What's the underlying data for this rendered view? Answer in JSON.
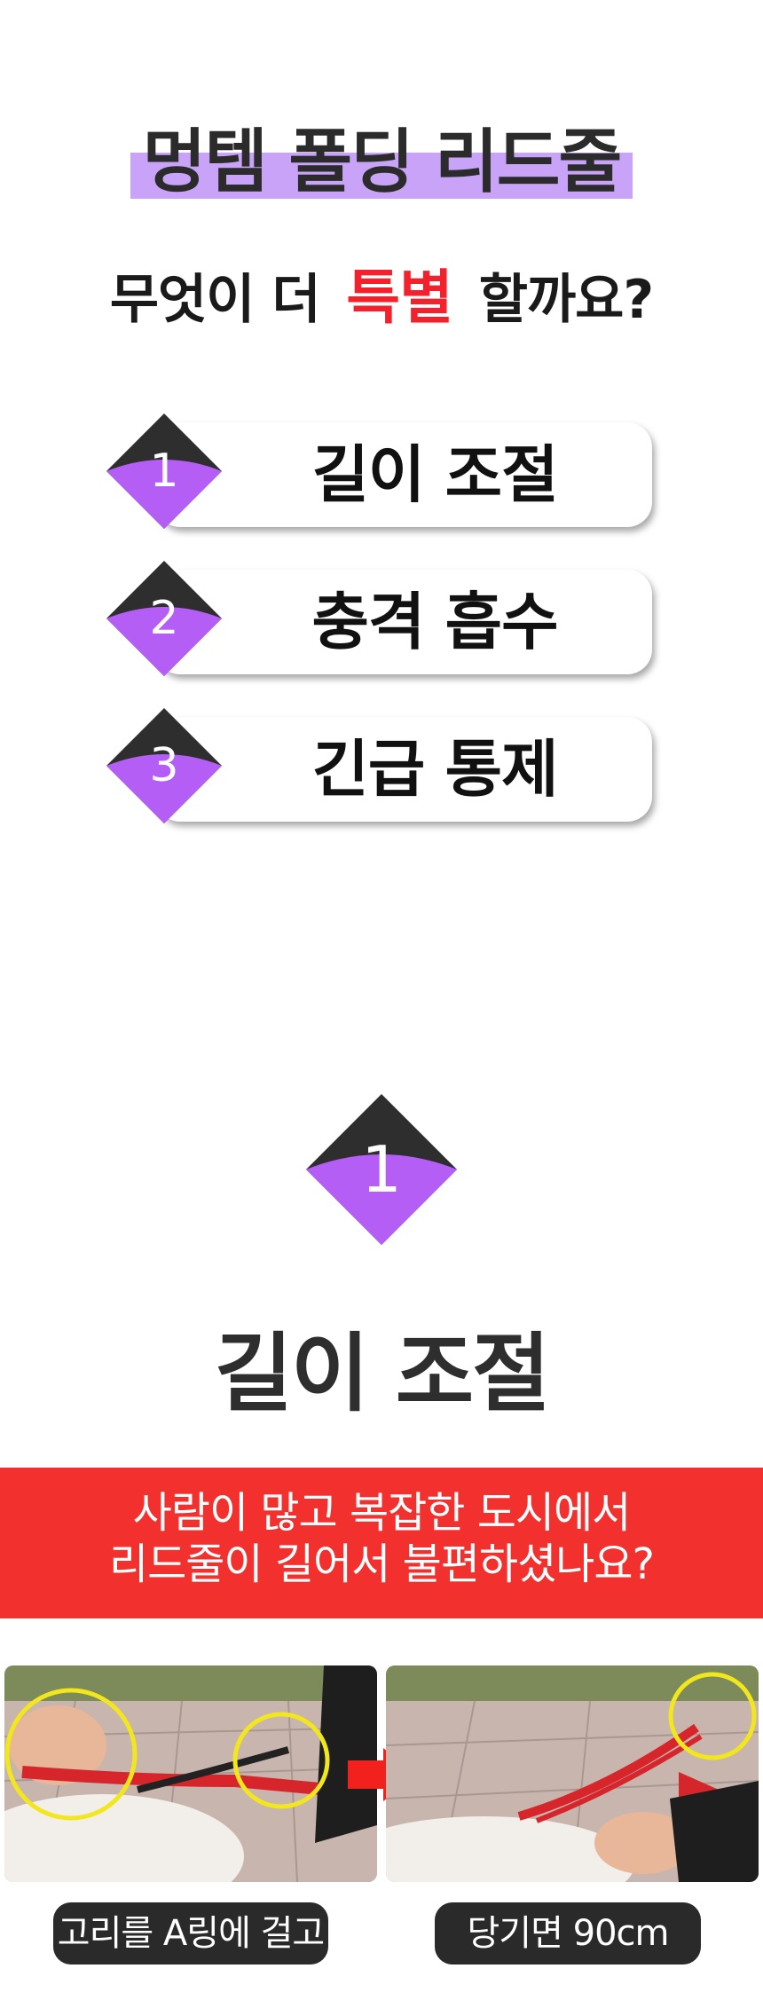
{
  "header": {
    "title": "멍템 폴딩 리드줄",
    "subtitle_pre": "무엇이 더",
    "subtitle_accent": "특별",
    "subtitle_post": "할까요?"
  },
  "features": [
    {
      "number": "1",
      "label": "길이 조절"
    },
    {
      "number": "2",
      "label": "충격 흡수"
    },
    {
      "number": "3",
      "label": "긴급 통제"
    }
  ],
  "section": {
    "number": "1",
    "title": "길이 조절",
    "banner_line1": "사람이 많고 복잡한 도시에서",
    "banner_line2": "리드줄이 길어서 불편하셨나요?"
  },
  "steps": [
    {
      "caption": "고리를 A링에 걸고"
    },
    {
      "caption": "당기면 90cm"
    }
  ],
  "colors": {
    "accent_red": "#f2212c",
    "purple": "#b45ef5",
    "highlight": "#c9a3f7",
    "dark": "#2e2e2e",
    "banner": "#f2312f"
  }
}
